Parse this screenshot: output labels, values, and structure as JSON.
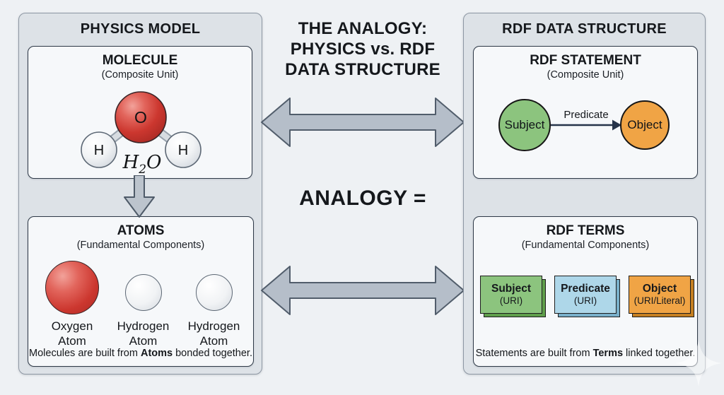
{
  "center": {
    "title_lines": [
      "THE ANALOGY:",
      "PHYSICS vs. RDF",
      "DATA STRUCTURE"
    ],
    "analogy_label": "ANALOGY ="
  },
  "physics_panel": {
    "title": "PHYSICS MODEL",
    "molecule_box": {
      "title": "MOLECULE",
      "subtitle": "(Composite Unit)",
      "oxygen_symbol": "O",
      "hydrogen_left_symbol": "H",
      "hydrogen_right_symbol": "H",
      "formula": {
        "base1": "H",
        "sub": "2",
        "base2": "O"
      }
    },
    "atoms_box": {
      "title": "ATOMS",
      "subtitle": "(Fundamental Components)",
      "atoms": [
        {
          "label": "Oxygen\nAtom",
          "kind": "oxygen",
          "color_hex": "#cc372f"
        },
        {
          "label": "Hydrogen\nAtom",
          "kind": "hydrogen",
          "color_hex": "#eceff2"
        },
        {
          "label": "Hydrogen\nAtom",
          "kind": "hydrogen",
          "color_hex": "#eceff2"
        }
      ],
      "caption": {
        "pre": "Molecules are built from ",
        "bold": "Atoms",
        "post": " bonded together."
      }
    }
  },
  "rdf_panel": {
    "title": "RDF DATA STRUCTURE",
    "statement_box": {
      "title": "RDF STATEMENT",
      "subtitle": "(Composite Unit)",
      "subject_label": "Subject",
      "predicate_label": "Predicate",
      "object_label": "Object",
      "subject_color": "#8cc47e",
      "object_color": "#f0a445"
    },
    "terms_box": {
      "title": "RDF TERMS",
      "subtitle": "(Fundamental Components)",
      "terms": [
        {
          "name": "Subject",
          "type": "(URI)",
          "face_color": "#8cc47e",
          "depth_color": "#5f9e4b"
        },
        {
          "name": "Predicate",
          "type": "(URI)",
          "face_color": "#aed7e9",
          "depth_color": "#79b0ca"
        },
        {
          "name": "Object",
          "type": "(URI/Literal)",
          "face_color": "#f0a445",
          "depth_color": "#c57f22"
        }
      ],
      "caption": {
        "pre": "Statements are built from ",
        "bold": "Terms",
        "post": " linked together."
      }
    }
  },
  "colors": {
    "page_bg": "#eef1f4",
    "panel_bg": "#dde2e7",
    "panel_border": "#8d97a3",
    "inner_box_bg": "#f6f8fa",
    "inner_box_border": "#2e3947",
    "arrow_fill": "#b5bec9",
    "arrow_stroke": "#515d6b",
    "text": "#15181c",
    "oxygen_red": "#cc372f",
    "hydrogen_white": "#eceff2",
    "subject_green": "#8cc47e",
    "predicate_blue": "#aed7e9",
    "object_orange": "#f0a445"
  }
}
